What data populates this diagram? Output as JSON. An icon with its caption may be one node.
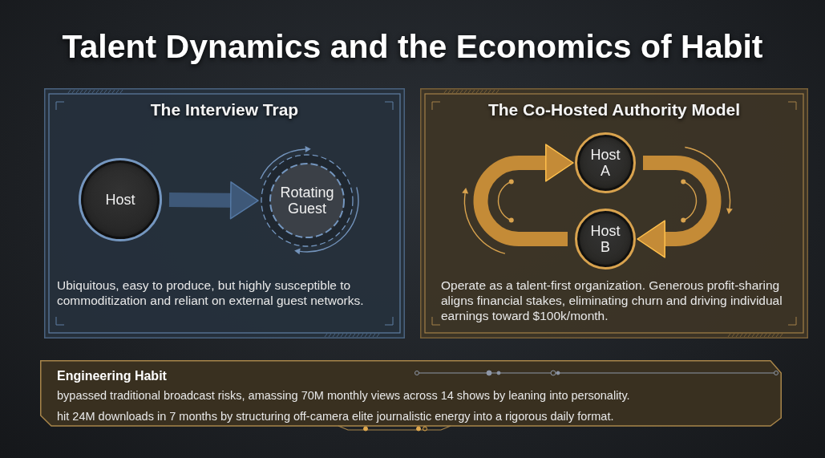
{
  "diagram": {
    "title": "Talent Dynamics and the Economics of Habit",
    "nodes": [
      {
        "text": [
          "The Interview Trap",
          "Ubiquitous, easy to produce, but highly susceptible to commoditization and reliant on external guest networks."
        ]
      },
      {
        "text": [
          "Host"
        ],
        "in": 0
      },
      {
        "text": [
          "Rotating Guest"
        ],
        "in": 0
      },
      {
        "text": [
          "The Co-Hosted Authority Model",
          "Operate as a talent-first organization. Generous profit-sharing aligns financial stakes, eliminating churn and driving individual earnings toward $100k/month."
        ]
      },
      {
        "text": [
          "Host A"
        ],
        "in": 3
      },
      {
        "text": [
          "Host B"
        ],
        "in": 3
      },
      {
        "text": [
          "Engineering Habit",
          "bypassed traditional broadcast risks, amassing 70M monthly views across 14 shows by leaning into personality.",
          "hit 24M downloads in 7 months by structuring off-camera elite journalistic energy into a rigorous daily format."
        ]
      }
    ],
    "edges": [
      {
        "from": 1,
        "to": 2,
        "arrow": "to",
        "color": "#3e5878"
      },
      {
        "from": 4,
        "to": 5,
        "arrow": "to"
      },
      {
        "from": 5,
        "to": 4,
        "arrow": "to"
      }
    ]
  }
}
